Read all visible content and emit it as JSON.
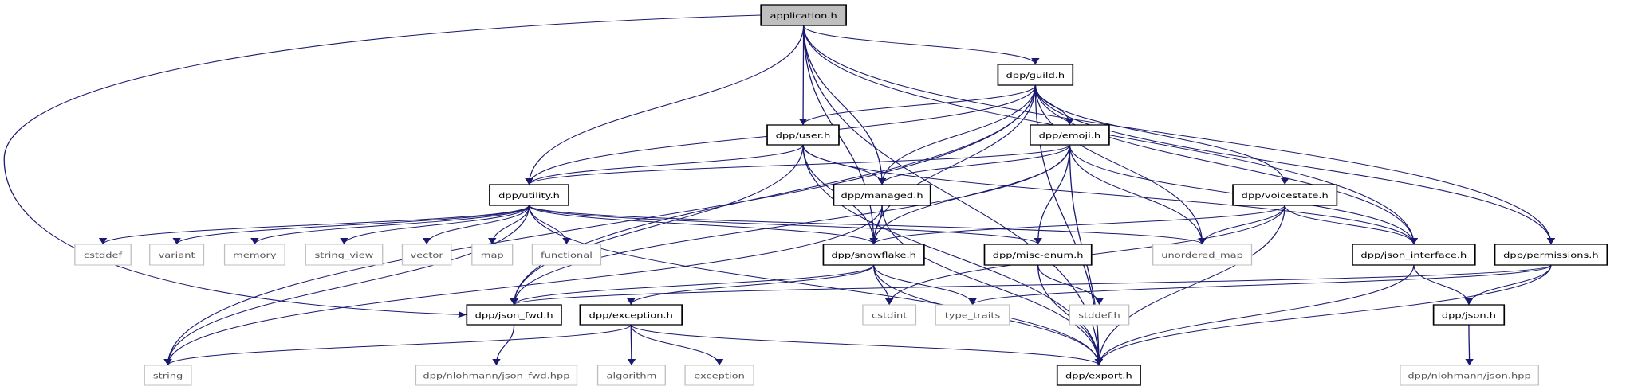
{
  "colors": {
    "edge": "#191970",
    "root_fill": "#bfbfbf",
    "internal_border": "#000000",
    "external_border": "#bfbfbf"
  },
  "nodes": [
    {
      "id": "application",
      "label": "application.h",
      "kind": "root"
    },
    {
      "id": "guild",
      "label": "dpp/guild.h",
      "kind": "internal"
    },
    {
      "id": "user",
      "label": "dpp/user.h",
      "kind": "internal"
    },
    {
      "id": "emoji",
      "label": "dpp/emoji.h",
      "kind": "internal"
    },
    {
      "id": "utility",
      "label": "dpp/utility.h",
      "kind": "internal"
    },
    {
      "id": "managed",
      "label": "dpp/managed.h",
      "kind": "internal"
    },
    {
      "id": "voicestate",
      "label": "dpp/voicestate.h",
      "kind": "internal"
    },
    {
      "id": "cstddef",
      "label": "cstddef",
      "kind": "external"
    },
    {
      "id": "variant",
      "label": "variant",
      "kind": "external"
    },
    {
      "id": "memory",
      "label": "memory",
      "kind": "external"
    },
    {
      "id": "string_view",
      "label": "string_view",
      "kind": "external"
    },
    {
      "id": "vector",
      "label": "vector",
      "kind": "external"
    },
    {
      "id": "map",
      "label": "map",
      "kind": "external"
    },
    {
      "id": "functional",
      "label": "functional",
      "kind": "external"
    },
    {
      "id": "snowflake",
      "label": "dpp/snowflake.h",
      "kind": "internal"
    },
    {
      "id": "misc_enum",
      "label": "dpp/misc-enum.h",
      "kind": "internal"
    },
    {
      "id": "unordered_map",
      "label": "unordered_map",
      "kind": "external"
    },
    {
      "id": "json_interface",
      "label": "dpp/json_interface.h",
      "kind": "internal"
    },
    {
      "id": "permissions",
      "label": "dpp/permissions.h",
      "kind": "internal"
    },
    {
      "id": "json_fwd",
      "label": "dpp/json_fwd.h",
      "kind": "internal"
    },
    {
      "id": "exception_h",
      "label": "dpp/exception.h",
      "kind": "internal"
    },
    {
      "id": "cstdint",
      "label": "cstdint",
      "kind": "external"
    },
    {
      "id": "type_traits",
      "label": "type_traits",
      "kind": "external"
    },
    {
      "id": "stddef",
      "label": "stddef.h",
      "kind": "external"
    },
    {
      "id": "json",
      "label": "dpp/json.h",
      "kind": "internal"
    },
    {
      "id": "string",
      "label": "string",
      "kind": "external"
    },
    {
      "id": "nlohmann_json_fwd",
      "label": "dpp/nlohmann/json_fwd.hpp",
      "kind": "external"
    },
    {
      "id": "algorithm",
      "label": "algorithm",
      "kind": "external"
    },
    {
      "id": "exception",
      "label": "exception",
      "kind": "external"
    },
    {
      "id": "export",
      "label": "dpp/export.h",
      "kind": "internal"
    },
    {
      "id": "nlohmann_json",
      "label": "dpp/nlohmann/json.hpp",
      "kind": "external"
    }
  ],
  "edges": [
    [
      "application",
      "json_fwd"
    ],
    [
      "application",
      "utility"
    ],
    [
      "application",
      "user"
    ],
    [
      "application",
      "managed"
    ],
    [
      "application",
      "snowflake"
    ],
    [
      "application",
      "export"
    ],
    [
      "application",
      "guild"
    ],
    [
      "application",
      "json_interface"
    ],
    [
      "application",
      "permissions"
    ],
    [
      "guild",
      "string"
    ],
    [
      "guild",
      "json_fwd"
    ],
    [
      "guild",
      "utility"
    ],
    [
      "guild",
      "user"
    ],
    [
      "guild",
      "managed"
    ],
    [
      "guild",
      "snowflake"
    ],
    [
      "guild",
      "emoji"
    ],
    [
      "guild",
      "unordered_map"
    ],
    [
      "guild",
      "voicestate"
    ],
    [
      "guild",
      "json_interface"
    ],
    [
      "guild",
      "permissions"
    ],
    [
      "guild",
      "export"
    ],
    [
      "user",
      "json_fwd"
    ],
    [
      "user",
      "utility"
    ],
    [
      "user",
      "managed"
    ],
    [
      "user",
      "snowflake"
    ],
    [
      "user",
      "export"
    ],
    [
      "user",
      "json_interface"
    ],
    [
      "emoji",
      "utility"
    ],
    [
      "emoji",
      "managed"
    ],
    [
      "emoji",
      "snowflake"
    ],
    [
      "emoji",
      "json_fwd"
    ],
    [
      "emoji",
      "misc_enum"
    ],
    [
      "emoji",
      "unordered_map"
    ],
    [
      "emoji",
      "export"
    ],
    [
      "emoji",
      "json_interface"
    ],
    [
      "utility",
      "cstddef"
    ],
    [
      "utility",
      "variant"
    ],
    [
      "utility",
      "memory"
    ],
    [
      "utility",
      "string_view"
    ],
    [
      "utility",
      "vector"
    ],
    [
      "utility",
      "map"
    ],
    [
      "utility",
      "functional"
    ],
    [
      "utility",
      "string"
    ],
    [
      "utility",
      "snowflake"
    ],
    [
      "utility",
      "misc_enum"
    ],
    [
      "utility",
      "unordered_map"
    ],
    [
      "utility",
      "export"
    ],
    [
      "managed",
      "snowflake"
    ],
    [
      "managed",
      "export"
    ],
    [
      "managed",
      "string"
    ],
    [
      "voicestate",
      "snowflake"
    ],
    [
      "voicestate",
      "unordered_map"
    ],
    [
      "voicestate",
      "json_interface"
    ],
    [
      "voicestate",
      "export"
    ],
    [
      "voicestate",
      "cstdint"
    ],
    [
      "snowflake",
      "json_fwd"
    ],
    [
      "snowflake",
      "exception_h"
    ],
    [
      "snowflake",
      "cstdint"
    ],
    [
      "snowflake",
      "type_traits"
    ],
    [
      "snowflake",
      "export"
    ],
    [
      "misc_enum",
      "stddef"
    ],
    [
      "misc_enum",
      "export"
    ],
    [
      "json_interface",
      "json"
    ],
    [
      "json_interface",
      "export"
    ],
    [
      "permissions",
      "json_fwd"
    ],
    [
      "permissions",
      "type_traits"
    ],
    [
      "permissions",
      "json"
    ],
    [
      "permissions",
      "export"
    ],
    [
      "json_fwd",
      "nlohmann_json_fwd"
    ],
    [
      "exception_h",
      "string"
    ],
    [
      "exception_h",
      "algorithm"
    ],
    [
      "exception_h",
      "exception"
    ],
    [
      "exception_h",
      "export"
    ],
    [
      "json",
      "nlohmann_json"
    ]
  ]
}
